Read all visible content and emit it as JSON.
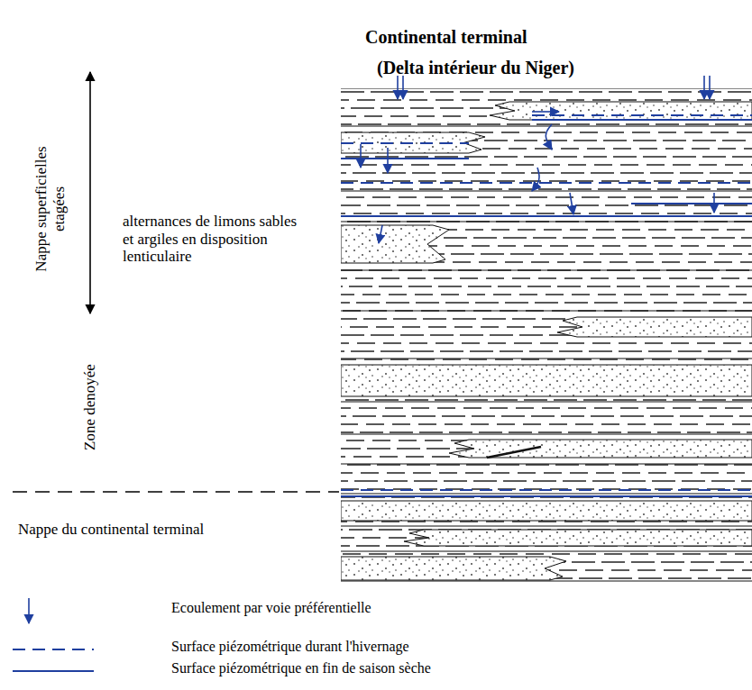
{
  "diagram": {
    "title": "Continental terminal",
    "labels": [
      "(Delta intérieur du Niger)",
      "Nappe superficielles etagées",
      "alternances de limons sables et argiles en disposition lenticulaire",
      "Zone denoyée",
      "Nappe du continental terminal"
    ],
    "legend": [
      {
        "text": "Ecoulement par voie préférentielle"
      },
      {
        "text": "Surface piézométrique durant l'hivernage"
      },
      {
        "text": "Surface piézométrique en fin de saison sèche"
      }
    ]
  }
}
